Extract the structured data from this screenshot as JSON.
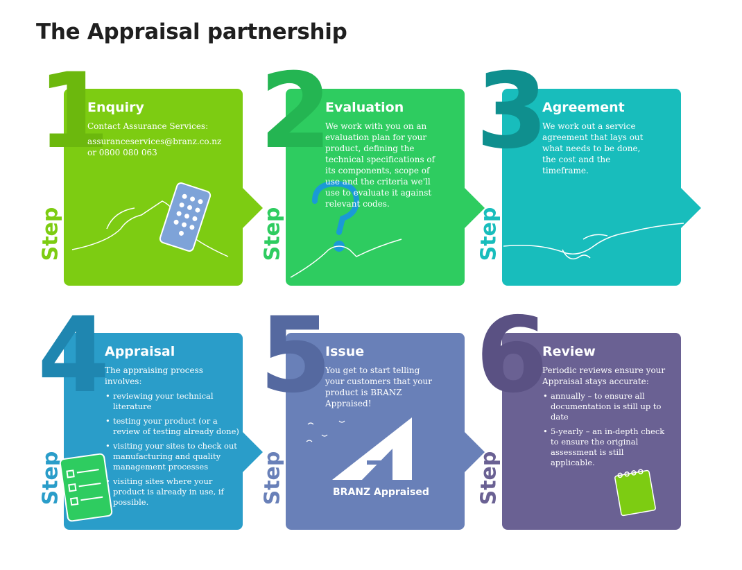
{
  "title": "The Appraisal partnership",
  "step_word": "Step",
  "colors": {
    "s1": "#7dcc12",
    "s2": "#2ecc60",
    "s3": "#18bdbc",
    "s4": "#2a9dc9",
    "s5": "#6980b8",
    "s6": "#6a6193"
  },
  "steps": [
    {
      "number": "1",
      "heading": "Enquiry",
      "lines": [
        "Contact Assurance Services:",
        "",
        "assuranceservices@branz.co.nz",
        "or 0800 080 063"
      ]
    },
    {
      "number": "2",
      "heading": "Evaluation",
      "text": "We work with you on an evaluation plan for your product, defining the technical specifications of its components, scope of use and the criteria we'll use to evaluate it against relevant codes."
    },
    {
      "number": "3",
      "heading": "Agreement",
      "text": "We work out a service agreement that lays out what needs to be done, the cost and the timeframe."
    },
    {
      "number": "4",
      "heading": "Appraisal",
      "text": "The appraising process involves:",
      "bullets": [
        "reviewing your technical literature",
        "testing your product (or a review of testing already done)",
        "visiting your sites to check out manufacturing and quality management processes",
        "visiting sites where your product is already in use, if possible."
      ]
    },
    {
      "number": "5",
      "heading": "Issue",
      "text": "You get to start telling your customers that your product is BRANZ Appraised!",
      "logo_text": "BRANZ Appraised"
    },
    {
      "number": "6",
      "heading": "Review",
      "text": "Periodic reviews ensure your Appraisal stays accurate:",
      "bullets": [
        "annually – to ensure all documentation is still up to date",
        "5-yearly – an in-depth check to ensure the original assessment is still applicable."
      ]
    }
  ]
}
